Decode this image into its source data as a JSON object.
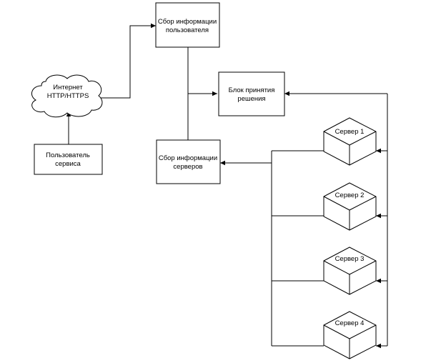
{
  "diagram": {
    "cloud": {
      "line1": "Интернет",
      "line2": "HTTP/HTTPS"
    },
    "user": {
      "line1": "Пользователь",
      "line2": "сервиса"
    },
    "collect_user": {
      "line1": "Сбор информации",
      "line2": "пользователя"
    },
    "decision": {
      "line1": "Блок принятия",
      "line2": "решения"
    },
    "collect_servers": {
      "line1": "Сбор информации",
      "line2": "серверов"
    },
    "servers": [
      {
        "label": "Сервер 1"
      },
      {
        "label": "Сервер 2"
      },
      {
        "label": "Сервер 3"
      },
      {
        "label": "Сервер 4"
      }
    ]
  }
}
